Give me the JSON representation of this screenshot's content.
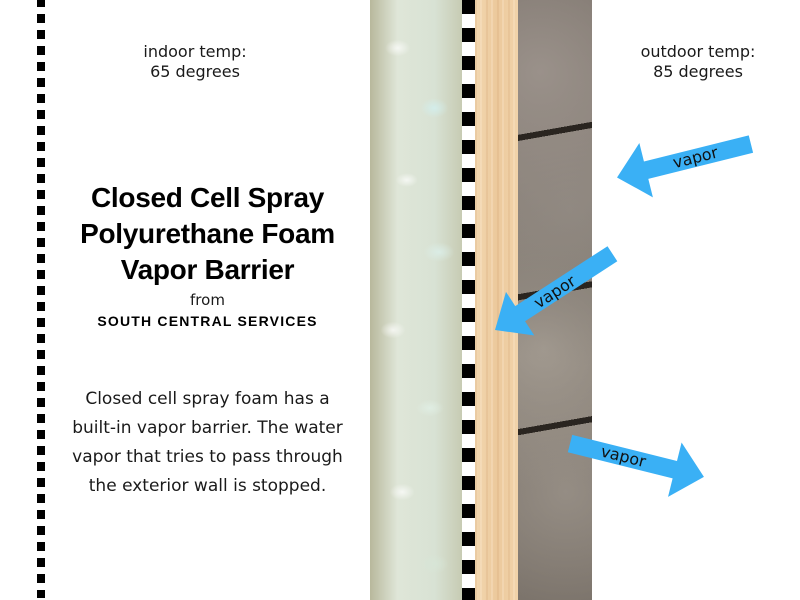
{
  "indoor": {
    "label": "indoor temp:",
    "value": "65 degrees"
  },
  "outdoor": {
    "label": "outdoor temp:",
    "value": "85 degrees"
  },
  "title": {
    "lines": [
      "Closed Cell Spray",
      "Polyurethane Foam",
      "Vapor Barrier"
    ],
    "from": "from",
    "company": "SOUTH CENTRAL SERVICES"
  },
  "description": "Closed cell spray foam has a built-in vapor barrier. The water vapor that tries to pass through the exterior wall is stopped.",
  "layers": [
    {
      "name": "closed cell spray foam",
      "color": "#dfe6d8"
    },
    {
      "name": "vapor barrier line",
      "color": "#000000"
    },
    {
      "name": "wood sheathing",
      "color": "#ecc99c"
    },
    {
      "name": "stone exterior wall",
      "color": "#7d756c"
    }
  ],
  "arrows": [
    {
      "label": "vapor",
      "direction": "inward",
      "color": "#3ab0f5"
    },
    {
      "label": "vapor",
      "direction": "inward-down",
      "color": "#3ab0f5"
    },
    {
      "label": "vapor",
      "direction": "outward",
      "color": "#3ab0f5"
    }
  ],
  "colors": {
    "arrow": "#3ab0f5",
    "text": "#1a1a1a",
    "dash": "#000000"
  }
}
